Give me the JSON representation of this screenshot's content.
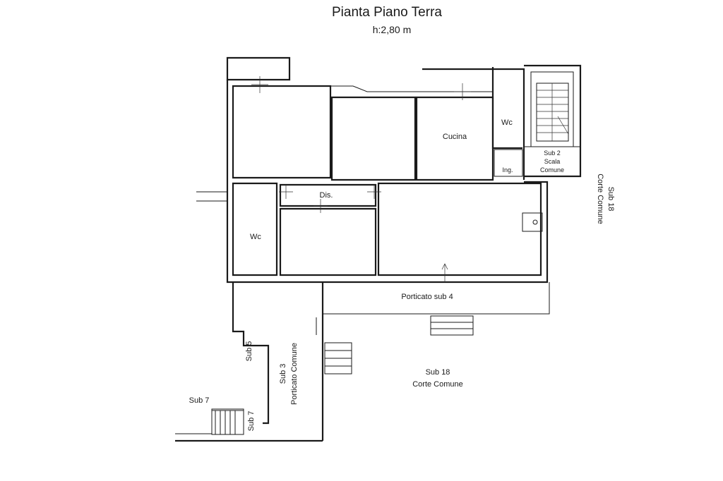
{
  "title": "Pianta Piano Terra",
  "height_note": "h:2,80 m",
  "rooms": {
    "cucina": "Cucina",
    "wc_top": "Wc",
    "wc_left": "Wc",
    "dis": "Dis.",
    "ing": "Ing.",
    "sub2_line1": "Sub 2",
    "sub2_line2": "Scala",
    "sub2_line3": "Comune"
  },
  "areas": {
    "porticato_sub4": "Porticato sub 4",
    "sub18_line1": "Sub 18",
    "sub18_line2": "Corte Comune",
    "sub18_right_line1": "Sub 18",
    "sub18_right_line2": "Corte Comune",
    "sub3_line1": "Sub 3",
    "sub3_line2": "Porticato Comune",
    "sub5": "Sub 5",
    "sub7_vertical": "Sub 7",
    "sub7_label": "Sub 7"
  }
}
